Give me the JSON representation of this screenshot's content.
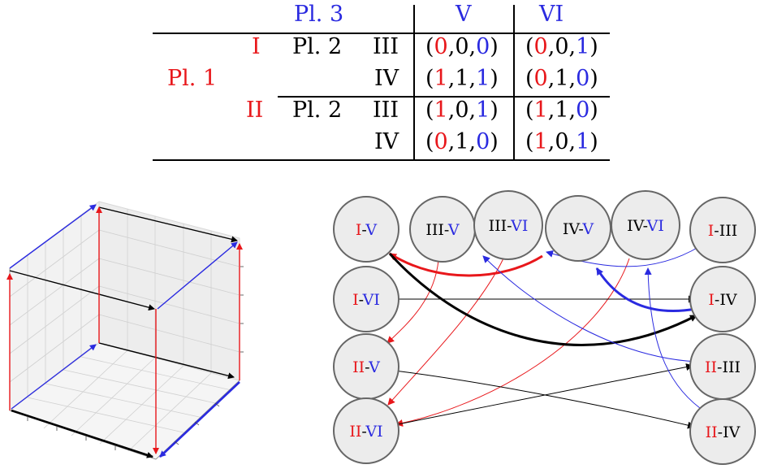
{
  "table": {
    "player3": "Pl. 3",
    "player2": "Pl. 2",
    "player1": "Pl. 1",
    "col_headers": [
      "V",
      "VI"
    ],
    "p1_strategies": [
      "I",
      "II"
    ],
    "p2_strategies": [
      "III",
      "IV"
    ],
    "cells": [
      [
        [
          [
            "0",
            "r"
          ],
          [
            ",0,",
            "k"
          ],
          [
            "0",
            "b"
          ],
          [
            ")",
            ""
          ]
        ],
        [
          [
            "0",
            "r"
          ],
          [
            ",0,",
            "k"
          ],
          [
            "1",
            "b"
          ]
        ]
      ],
      [
        [
          [
            "1",
            "r"
          ],
          [
            ",1,",
            "k"
          ],
          [
            "1",
            "b"
          ]
        ],
        [
          [
            "0",
            "r"
          ],
          [
            ",1,",
            "k"
          ],
          [
            "0",
            "b"
          ]
        ]
      ],
      [
        [
          [
            "1",
            "r"
          ],
          [
            ",0,",
            "k"
          ],
          [
            "1",
            "b"
          ]
        ],
        [
          [
            "1",
            "r"
          ],
          [
            ",1,",
            "k"
          ],
          [
            "0",
            "b"
          ]
        ]
      ],
      [
        [
          [
            "0",
            "r"
          ],
          [
            ",1,",
            "k"
          ],
          [
            "0",
            "b"
          ]
        ],
        [
          [
            "1",
            "r"
          ],
          [
            ",0,",
            "k"
          ],
          [
            "1",
            "b"
          ]
        ]
      ]
    ]
  },
  "graph": {
    "nodes": [
      {
        "id": "I-V",
        "a": "I",
        "b": "V",
        "ca": "red",
        "cb": "blue"
      },
      {
        "id": "III-V",
        "a": "III",
        "b": "V",
        "ca": "black",
        "cb": "blue"
      },
      {
        "id": "III-VI",
        "a": "III",
        "b": "VI",
        "ca": "black",
        "cb": "blue"
      },
      {
        "id": "IV-V",
        "a": "IV",
        "b": "V",
        "ca": "black",
        "cb": "blue"
      },
      {
        "id": "IV-VI",
        "a": "IV",
        "b": "VI",
        "ca": "black",
        "cb": "blue"
      },
      {
        "id": "I-III",
        "a": "I",
        "b": "III",
        "ca": "red",
        "cb": "black"
      },
      {
        "id": "I-VI",
        "a": "I",
        "b": "VI",
        "ca": "red",
        "cb": "blue"
      },
      {
        "id": "I-IV",
        "a": "I",
        "b": "IV",
        "ca": "red",
        "cb": "black"
      },
      {
        "id": "II-V",
        "a": "II",
        "b": "V",
        "ca": "red",
        "cb": "blue"
      },
      {
        "id": "II-III",
        "a": "II",
        "b": "III",
        "ca": "red",
        "cb": "black"
      },
      {
        "id": "II-VI",
        "a": "II",
        "b": "VI",
        "ca": "red",
        "cb": "blue"
      },
      {
        "id": "II-IV",
        "a": "II",
        "b": "IV",
        "ca": "red",
        "cb": "black"
      }
    ],
    "colors": {
      "red": "#e8171b",
      "blue": "#2a2ae0",
      "black": "#000000",
      "node_fill": "#ececec",
      "node_stroke": "#666666"
    }
  }
}
